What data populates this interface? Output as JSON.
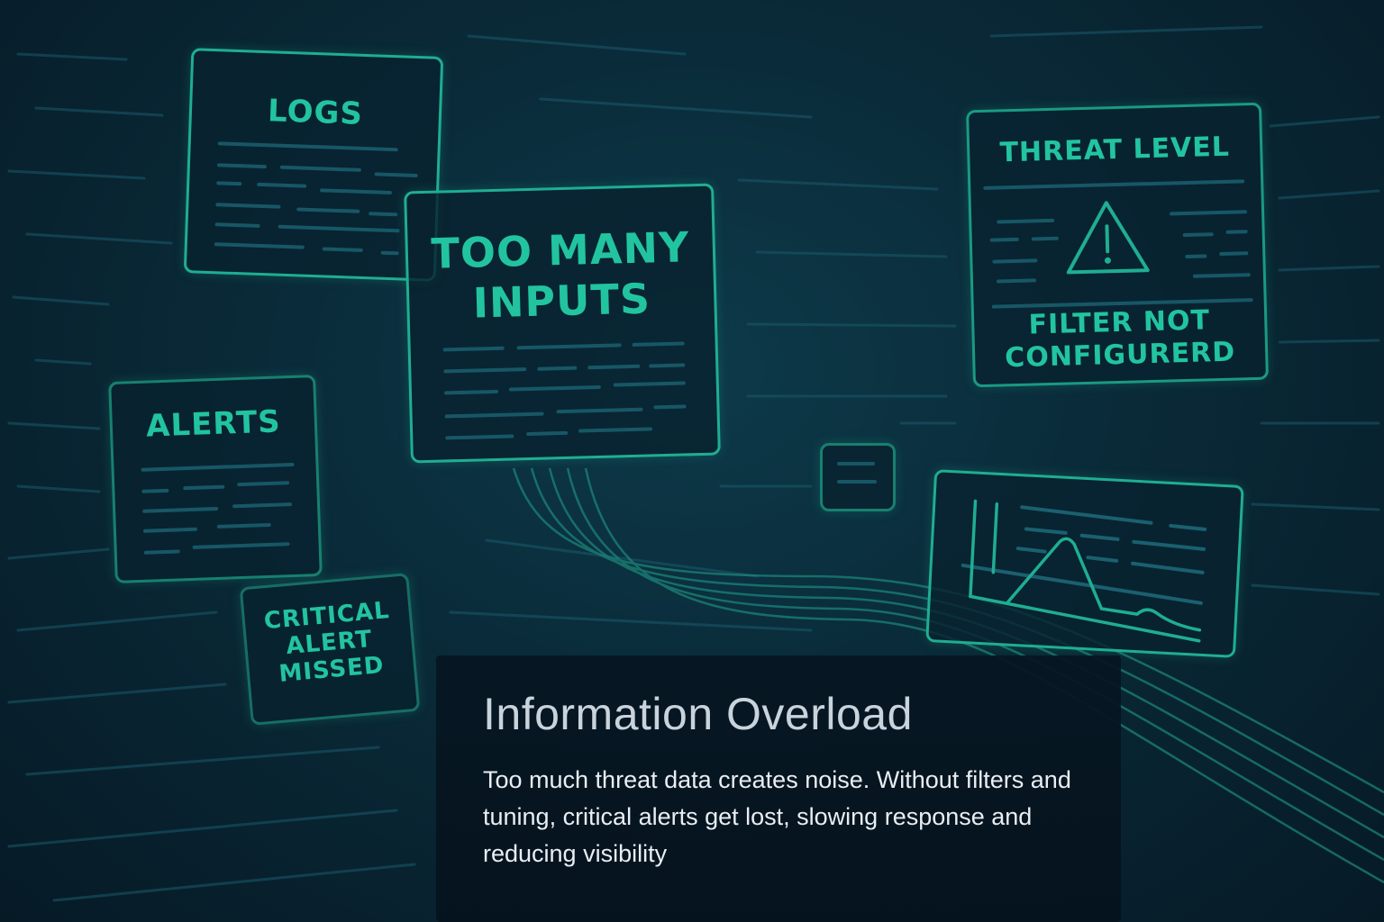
{
  "panels": {
    "logs": {
      "title": "LOGS"
    },
    "too_many_inputs": {
      "title_line1": "TOO MANY",
      "title_line2": "INPUTS"
    },
    "threat_level": {
      "title": "THREAT LEVEL",
      "icon": "warning-triangle-icon",
      "status_line1": "FILTER NOT",
      "status_line2": "CONFIGURERD"
    },
    "alerts": {
      "title": "ALERTS"
    },
    "critical": {
      "line1": "CRITICAL",
      "line2": "ALERT",
      "line3": "MISSED"
    },
    "chart_panel": {
      "icon": "line-chart-icon"
    },
    "small_panel": {
      "icon": "document-icon"
    }
  },
  "caption": {
    "title": "Information Overload",
    "body": "Too much threat data creates noise. Without filters and tuning, critical alerts get lost, slowing response and reducing visibility"
  },
  "colors": {
    "accent": "#1fae92",
    "text_accent": "#22c4a0",
    "background": "#0a2a38"
  }
}
